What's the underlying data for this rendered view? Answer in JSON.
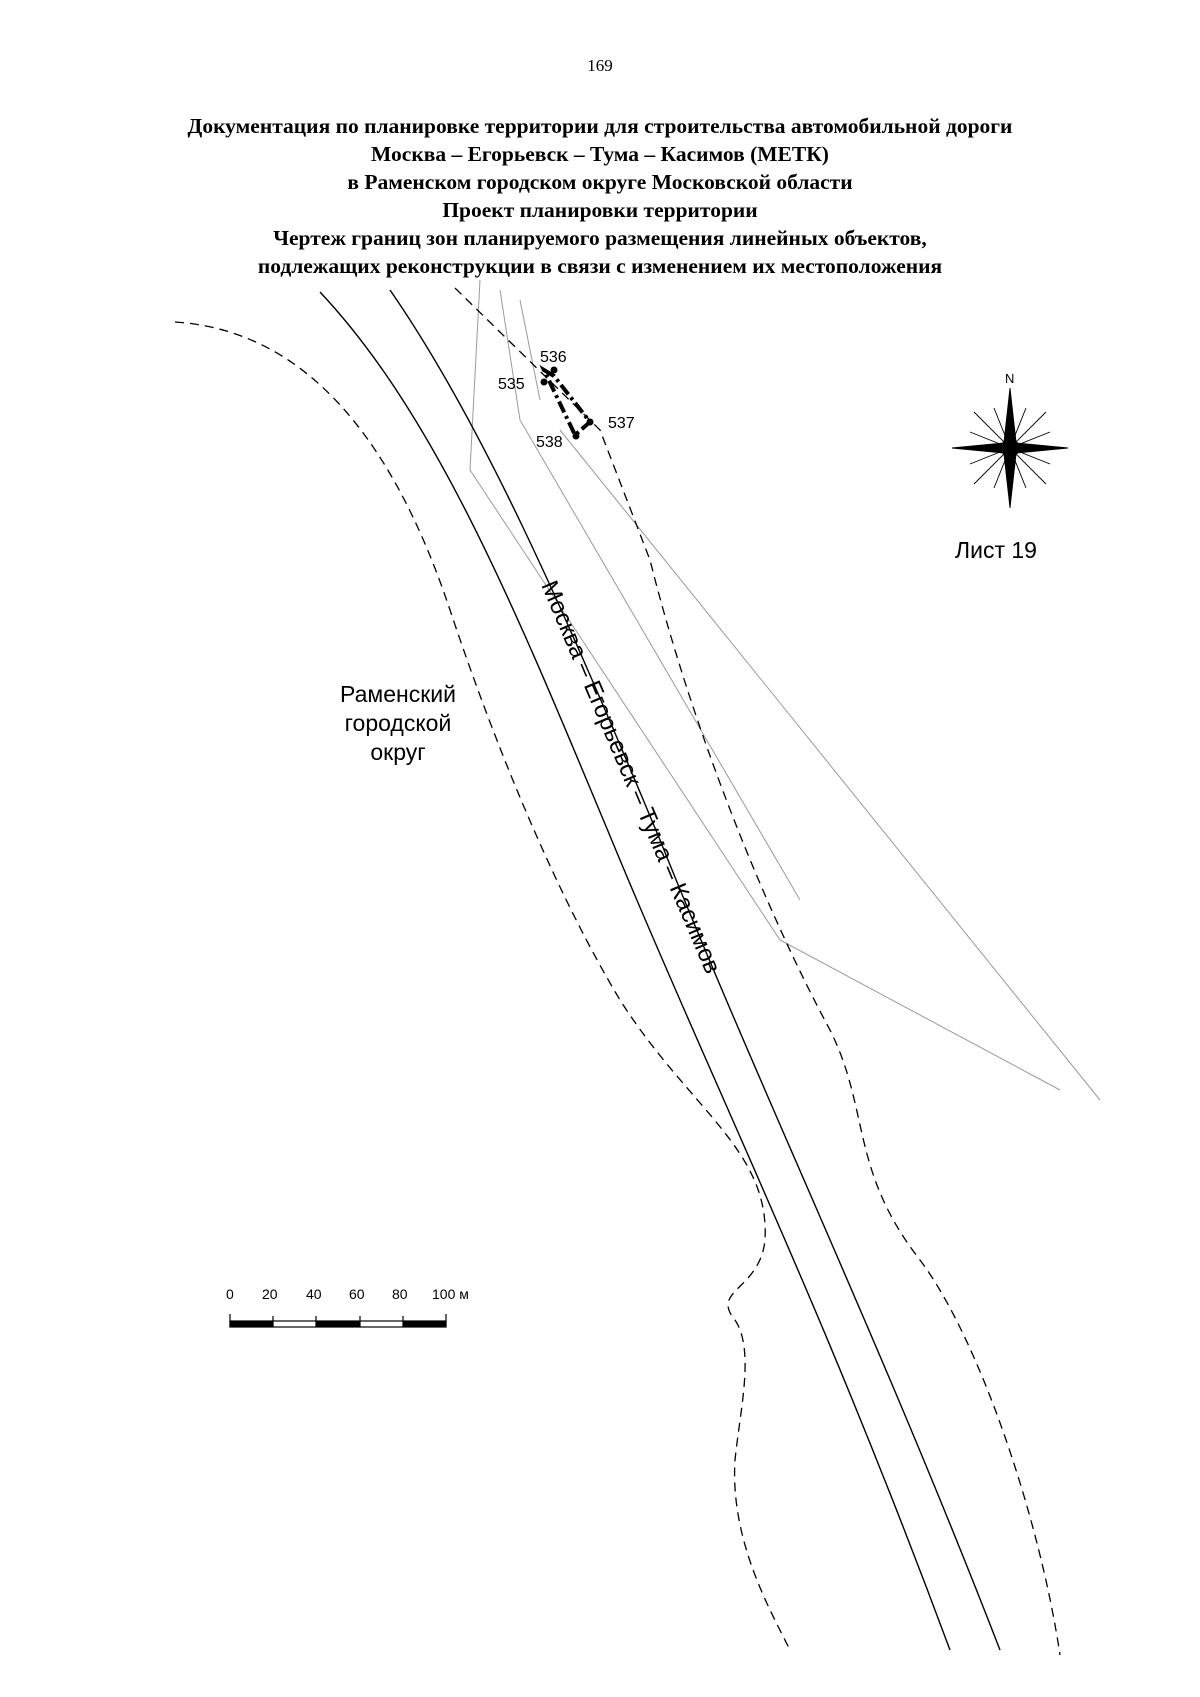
{
  "page_number": "169",
  "header": {
    "lines": [
      "Документация по планировке территории для строительства автомобильной дороги",
      "Москва – Егорьевск – Тума – Касимов (МЕТК)",
      "в Раменском городском округе Московской области",
      "Проект планировки территории",
      "Чертеж границ зон планируемого размещения линейных объектов,",
      "подлежащих реконструкции в связи с изменением их местоположения"
    ]
  },
  "map": {
    "road_label": "Москва – Егорьевск – Тума – Касимов",
    "district_label": [
      "Раменский",
      "городской",
      "округ"
    ],
    "sheet_label": "Лист 19",
    "compass_label": "N",
    "points": [
      "535",
      "536",
      "537",
      "538"
    ],
    "colors": {
      "ink": "#000000",
      "faint": "#9a9a9a"
    }
  },
  "scale_bar": {
    "ticks": [
      "0",
      "20",
      "40",
      "60",
      "80",
      "100 м"
    ]
  }
}
